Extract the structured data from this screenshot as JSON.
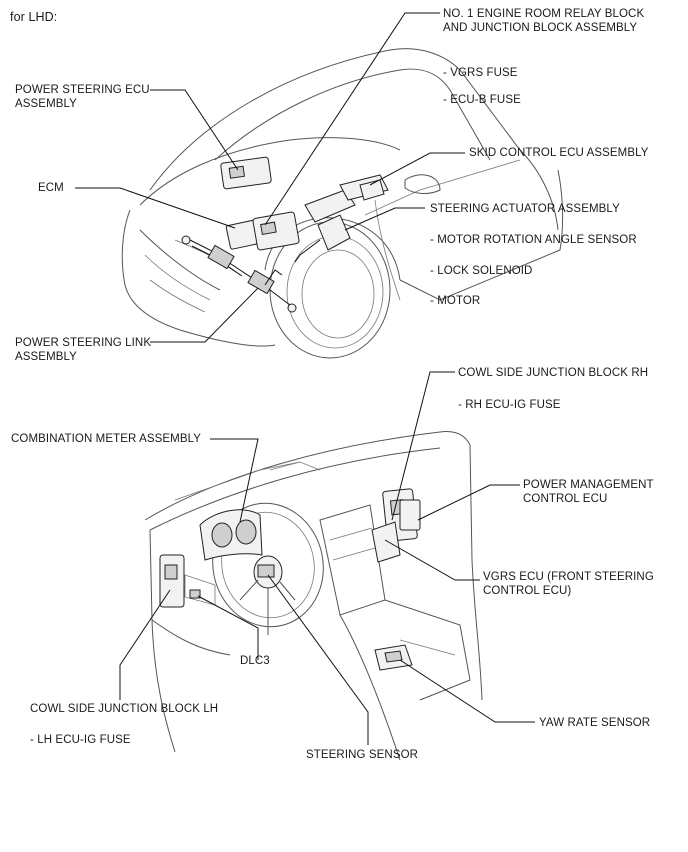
{
  "header": {
    "mode_label": "for LHD:"
  },
  "upper_labels": {
    "relay_block_line1": "NO. 1 ENGINE ROOM RELAY BLOCK",
    "relay_block_line2": "AND JUNCTION BLOCK ASSEMBLY",
    "vgrs_fuse": "- VGRS FUSE",
    "ecub_fuse": "- ECU-B FUSE",
    "ps_ecu_line1": "POWER STEERING ECU",
    "ps_ecu_line2": "ASSEMBLY",
    "skid_ecu": "SKID CONTROL ECU ASSEMBLY",
    "ecm": "ECM",
    "steering_actuator": "STEERING ACTUATOR ASSEMBLY",
    "motor_rotation_sensor": "- MOTOR ROTATION ANGLE SENSOR",
    "lock_solenoid": "- LOCK SOLENOID",
    "motor": "- MOTOR",
    "ps_link_line1": "POWER STEERING LINK",
    "ps_link_line2": "ASSEMBLY"
  },
  "lower_labels": {
    "cowl_rh": "COWL SIDE JUNCTION BLOCK RH",
    "rh_ecu_ig_fuse": "- RH ECU-IG FUSE",
    "combination_meter": "COMBINATION METER ASSEMBLY",
    "pm_ecu_line1": "POWER MANAGEMENT",
    "pm_ecu_line2": "CONTROL ECU",
    "vgrs_ecu_line1": "VGRS ECU (FRONT STEERING",
    "vgrs_ecu_line2": "CONTROL ECU)",
    "dlc3": "DLC3",
    "cowl_lh": "COWL SIDE JUNCTION BLOCK LH",
    "lh_ecu_ig_fuse": "- LH ECU-IG FUSE",
    "yaw_rate_sensor": "YAW RATE SENSOR",
    "steering_sensor": "STEERING SENSOR"
  }
}
